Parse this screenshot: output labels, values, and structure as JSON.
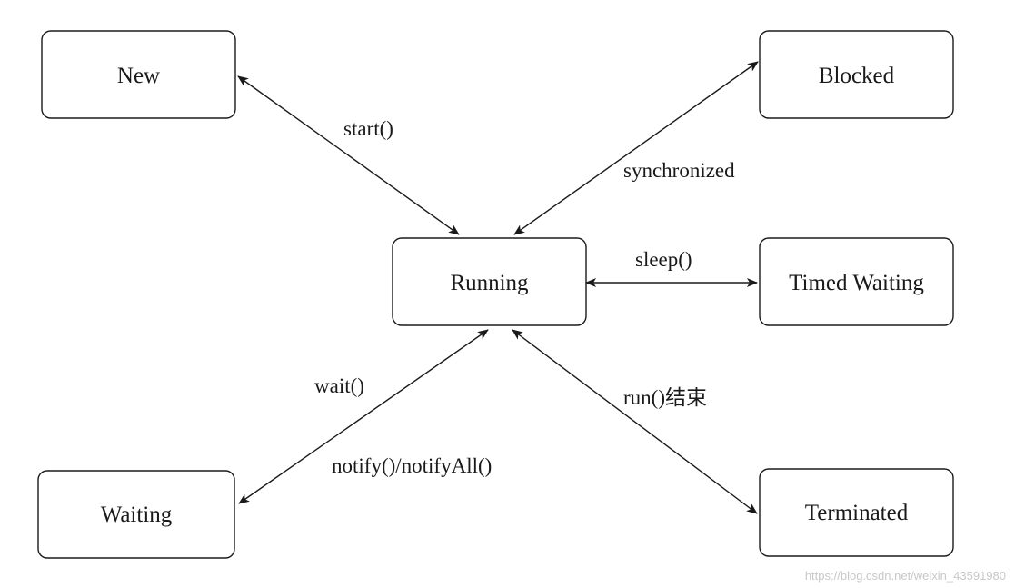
{
  "states": {
    "new": "New",
    "blocked": "Blocked",
    "running": "Running",
    "timed_waiting": "Timed Waiting",
    "waiting": "Waiting",
    "terminated": "Terminated"
  },
  "transitions": {
    "start": "start()",
    "synchronized": "synchronized",
    "sleep": "sleep()",
    "wait": "wait()",
    "notify": "notify()/notifyAll()",
    "run_end": "run()结束"
  },
  "watermark": "https://blog.csdn.net/weixin_43591980",
  "colors": {
    "stroke": "#1a1a1a",
    "background": "#ffffff",
    "watermark": "#c8c8c8"
  }
}
